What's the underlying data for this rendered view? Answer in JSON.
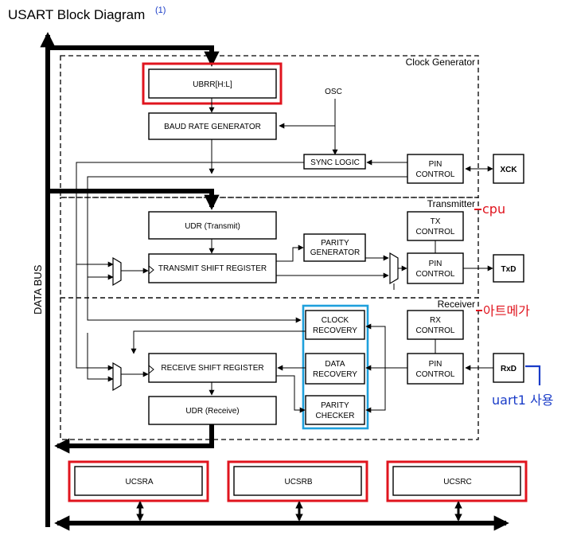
{
  "title": "USART Block Diagram",
  "title_note": "(1)",
  "data_bus_label": "DATA BUS",
  "sections": {
    "clock": "Clock Generator",
    "transmitter": "Transmitter",
    "receiver": "Receiver"
  },
  "blocks": {
    "ubrr": "UBRR[H:L]",
    "osc": "OSC",
    "baud": "BAUD RATE GENERATOR",
    "sync": "SYNC LOGIC",
    "pin_ctrl_1": "PIN",
    "pin_ctrl_2": "CONTROL",
    "xck": "XCK",
    "udr_tx": "UDR (Transmit)",
    "tx_ctrl_1": "TX",
    "tx_ctrl_2": "CONTROL",
    "parity_gen_1": "PARITY",
    "parity_gen_2": "GENERATOR",
    "tsr": "TRANSMIT SHIFT REGISTER",
    "txd": "TxD",
    "rx_ctrl_1": "RX",
    "rx_ctrl_2": "CONTROL",
    "clk_rec_1": "CLOCK",
    "clk_rec_2": "RECOVERY",
    "rsr": "RECEIVE SHIFT REGISTER",
    "data_rec_1": "DATA",
    "data_rec_2": "RECOVERY",
    "rxd": "RxD",
    "udr_rx": "UDR (Receive)",
    "parity_chk_1": "PARITY",
    "parity_chk_2": "CHECKER",
    "ucsra": "UCSRA",
    "ucsrb": "UCSRB",
    "ucsrc": "UCSRC"
  },
  "annotations": {
    "cpu": "cpu",
    "atmega": "아트메가",
    "uart1": "uart1 사용"
  },
  "colors": {
    "highlight_red": "#e0141e",
    "highlight_blue": "#1ea0dc",
    "note_red": "#e0141e",
    "note_blue": "#1a3cc8"
  }
}
